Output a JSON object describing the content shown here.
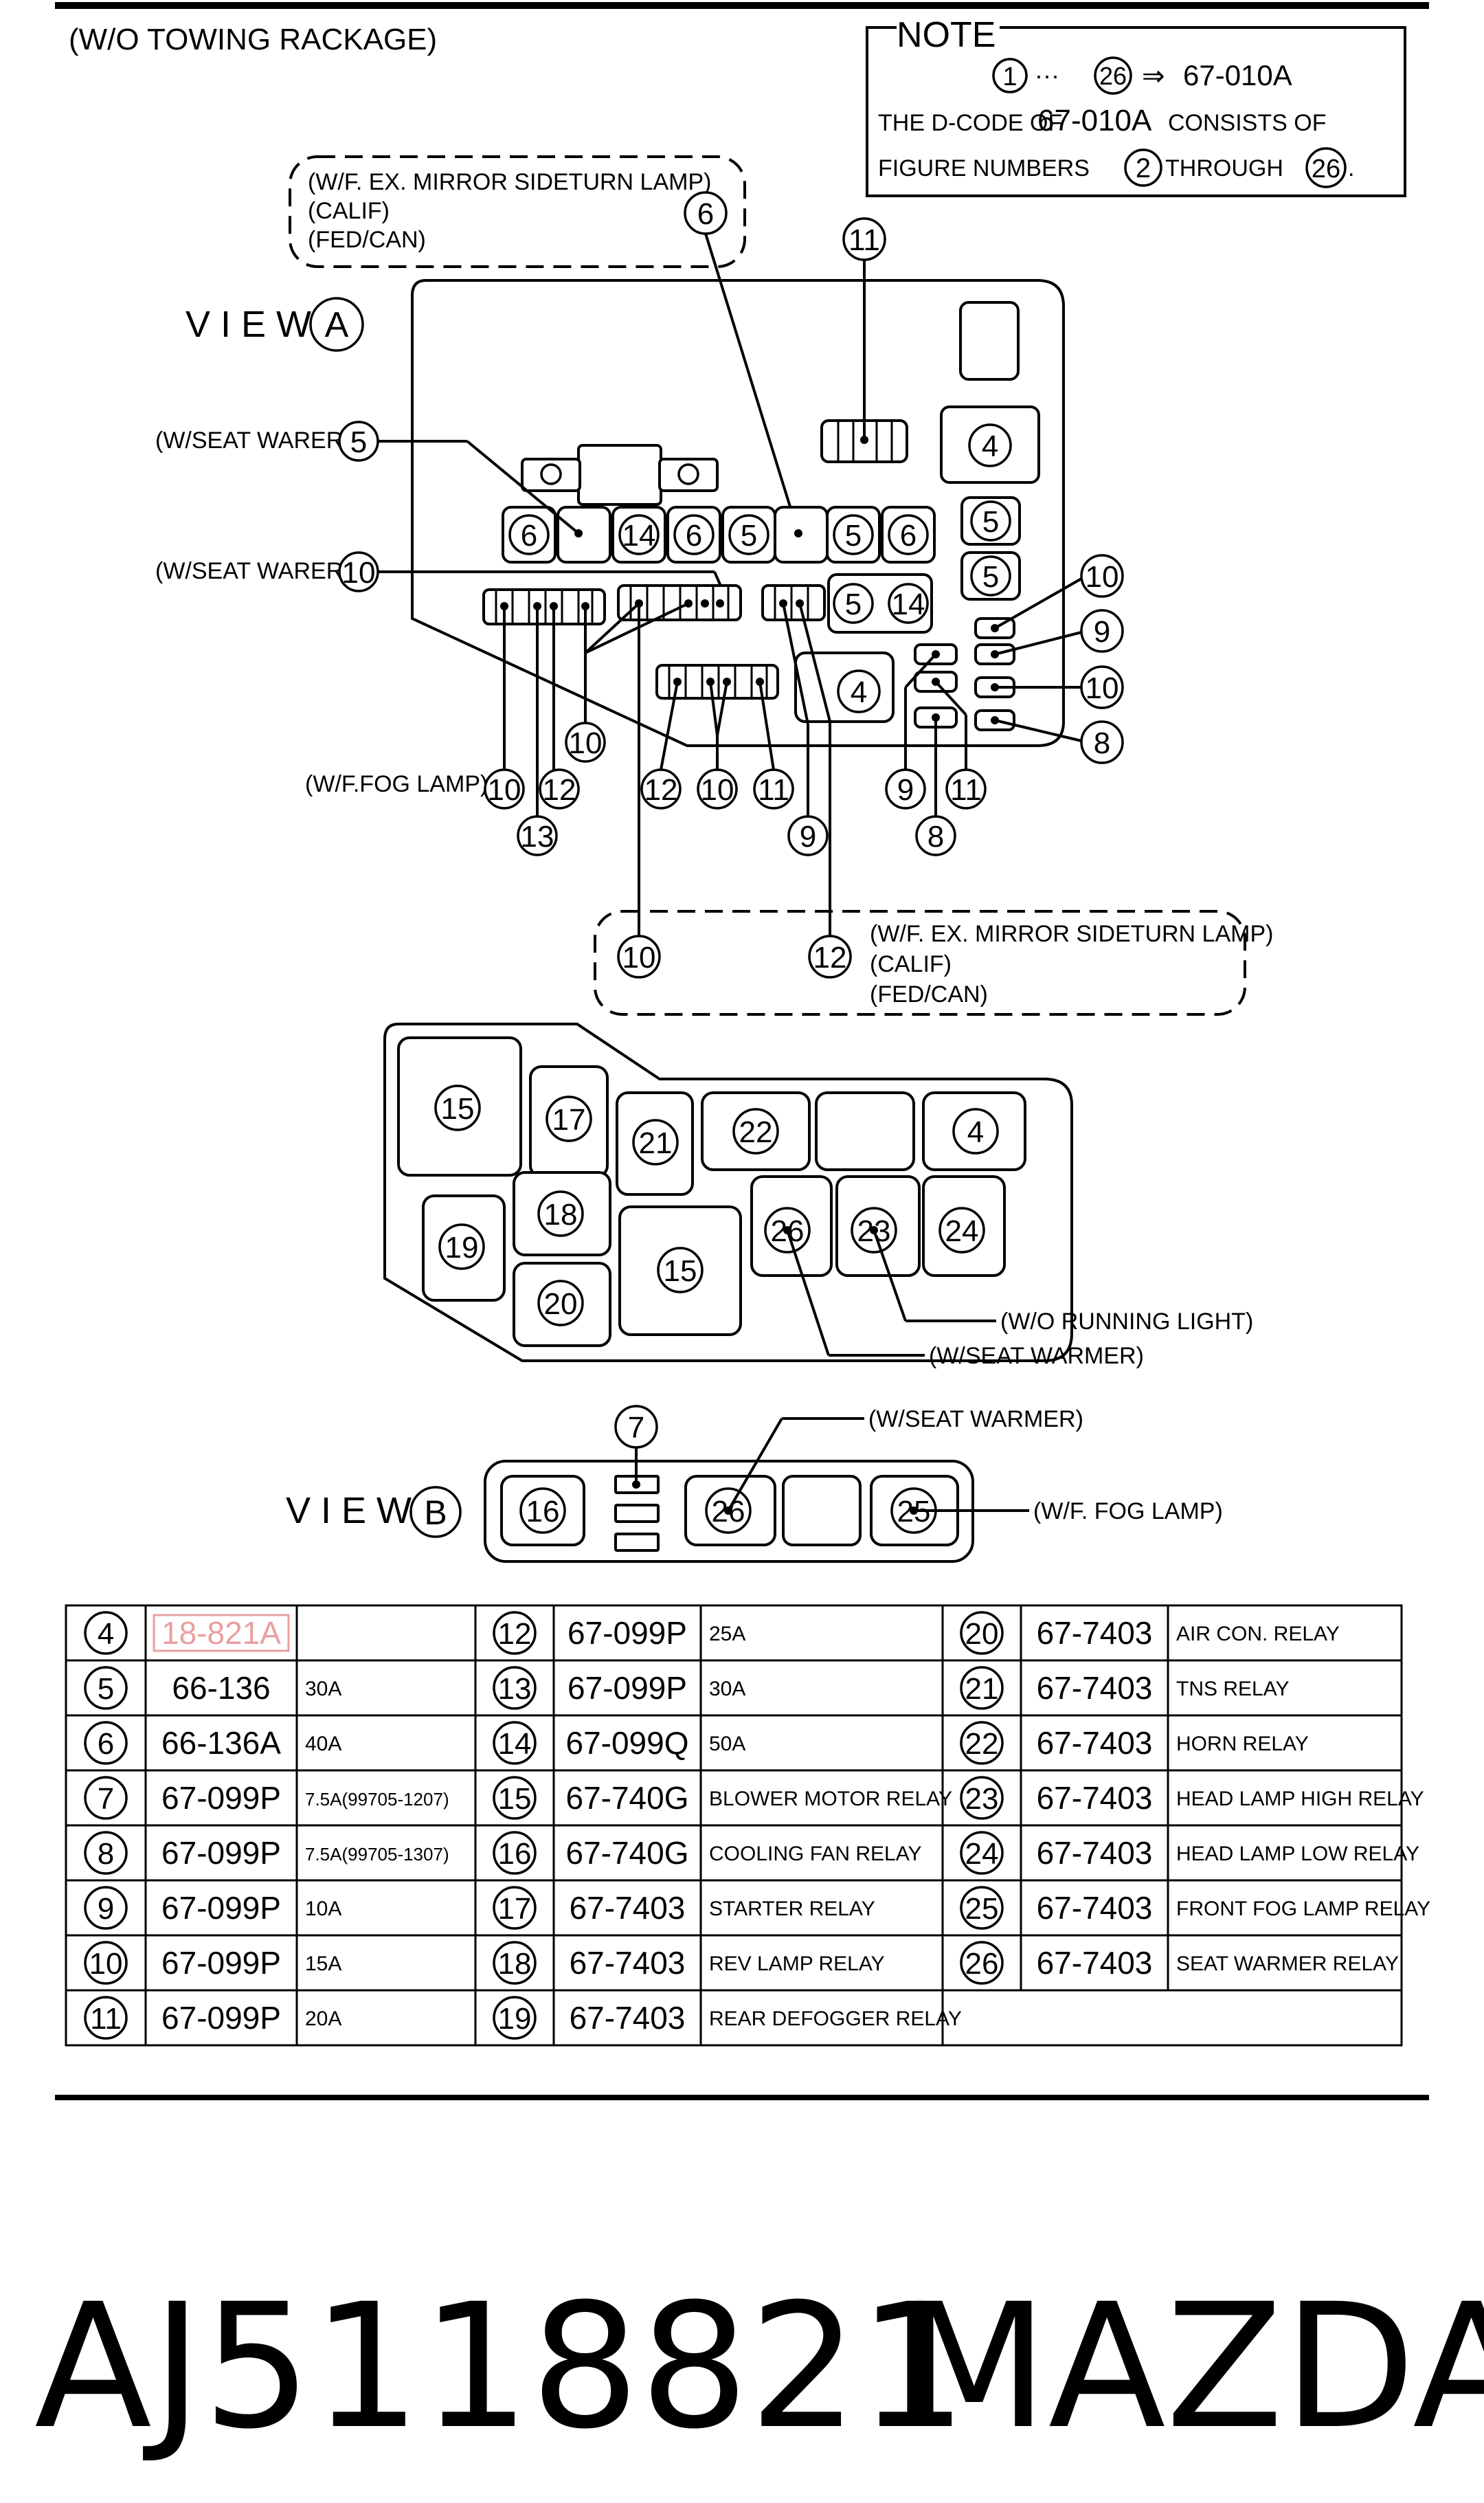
{
  "header": {
    "title": "(W/O TOWING RACKAGE)"
  },
  "note": {
    "heading": "NOTE",
    "range_start": "1",
    "range_end": "26",
    "range_mid": "···",
    "arrow": "⇒",
    "range_target": "67-010A",
    "line2_a": "THE D-CODE OF",
    "line2_code": "67-010A",
    "line2_b": "CONSISTS OF",
    "line3_a": "FIGURE NUMBERS",
    "line3_from": "2",
    "line3_mid": "THROUGH",
    "line3_to": "26",
    "line3_end": "."
  },
  "view_a": {
    "label": "V I E W",
    "letter": "A",
    "top_note": [
      "(W/F. EX. MIRROR SIDETURN LAMP)",
      "(CALIF)",
      "(FED/CAN)"
    ],
    "seat_warer_1": "(W/SEAT WARER)",
    "seat_warer_2": "(W/SEAT WARER)",
    "fog_lamp": "(W/F.FOG LAMP)",
    "bottom_note": [
      "(W/F. EX. MIRROR SIDETURN LAMP)",
      "(CALIF)",
      "(FED/CAN)"
    ]
  },
  "view_a_numbers": {
    "n6_top": "6",
    "n11_top": "11",
    "n4_right": "4",
    "n5_label": "5",
    "n10_label": "10",
    "row1": [
      "6",
      "14",
      "6",
      "5",
      "5",
      "6"
    ],
    "r5a": "5",
    "r5b": "5",
    "r5c": "5",
    "r14": "14",
    "n4_mid": "4",
    "right": [
      "10",
      "9",
      "10",
      "8"
    ],
    "bottom_a": [
      "10",
      "13",
      "12",
      "10"
    ],
    "bottom_b": [
      "12",
      "10",
      "11",
      "9"
    ],
    "bottom_c": [
      "9",
      "8",
      "11"
    ],
    "lower": [
      "10",
      "12"
    ]
  },
  "relay_box": {
    "cells": [
      "15",
      "17",
      "21",
      "22",
      "4",
      "19",
      "18",
      "15",
      "26",
      "23",
      "24",
      "20"
    ],
    "running_light": "(W/O RUNNING LIGHT)",
    "seat_warmer": "(W/SEAT WARMER)"
  },
  "view_b": {
    "label": "V I E W",
    "letter": "B",
    "n7": "7",
    "n16": "16",
    "n26": "26",
    "n25": "25",
    "seat_warmer": "(W/SEAT WARMER)",
    "fog_lamp": "(W/F. FOG LAMP)"
  },
  "parts_table": [
    [
      [
        "4",
        "18-821A",
        ""
      ],
      [
        "12",
        "67-099P",
        "25A"
      ],
      [
        "20",
        "67-7403",
        "AIR CON.  RELAY"
      ]
    ],
    [
      [
        "5",
        "66-136",
        "30A"
      ],
      [
        "13",
        "67-099P",
        "30A"
      ],
      [
        "21",
        "67-7403",
        "TNS  RELAY"
      ]
    ],
    [
      [
        "6",
        "66-136A",
        "40A"
      ],
      [
        "14",
        "67-099Q",
        "50A"
      ],
      [
        "22",
        "67-7403",
        "HORN RELAY"
      ]
    ],
    [
      [
        "7",
        "67-099P",
        "7.5A(99705-1207)"
      ],
      [
        "15",
        "67-740G",
        "BLOWER MOTOR RELAY"
      ],
      [
        "23",
        "67-7403",
        "HEAD LAMP HIGH RELAY"
      ]
    ],
    [
      [
        "8",
        "67-099P",
        "7.5A(99705-1307)"
      ],
      [
        "16",
        "67-740G",
        "COOLING FAN  RELAY"
      ],
      [
        "24",
        "67-7403",
        "HEAD LAMP LOW RELAY"
      ]
    ],
    [
      [
        "9",
        "67-099P",
        "10A"
      ],
      [
        "17",
        "67-7403",
        "STARTER RELAY"
      ],
      [
        "25",
        "67-7403",
        "FRONT FOG LAMP RELAY"
      ]
    ],
    [
      [
        "10",
        "67-099P",
        "15A"
      ],
      [
        "18",
        "67-7403",
        "REV LAMP  RELAY"
      ],
      [
        "26",
        "67-7403",
        "SEAT WARMER RELAY"
      ]
    ],
    [
      [
        "11",
        "67-099P",
        "20A"
      ],
      [
        "19",
        "67-7403",
        "REAR DEFOGGER RELAY"
      ]
    ]
  ],
  "highlight_color": "#e8a0a0",
  "footer": {
    "part_number": "AJ5118821",
    "brand": "MAZDA"
  }
}
